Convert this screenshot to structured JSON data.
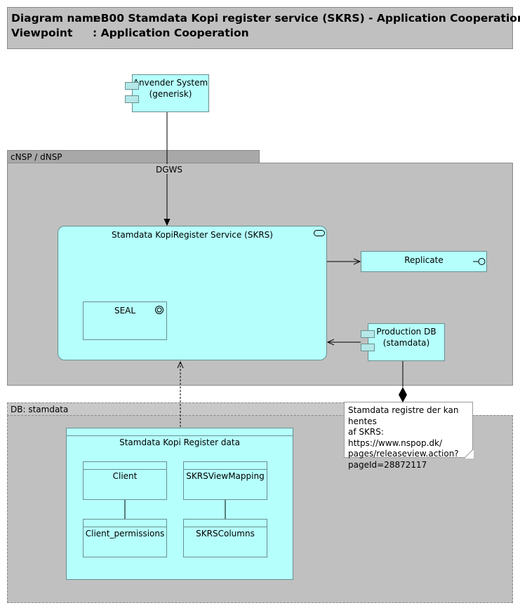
{
  "header": {
    "diagram_name_key": "Diagram name",
    "diagram_name_value": ": B00 Stamdata Kopi register service (SKRS) - Application Cooperation",
    "viewpoint_key": "Viewpoint",
    "viewpoint_value": ": Application Cooperation"
  },
  "anvender": {
    "line1": "Anvender System",
    "line2": "(generisk)"
  },
  "cnsp_group": {
    "label": "cNSP / dNSP"
  },
  "dgws_label": "DGWS",
  "skrs_service": {
    "label": "Stamdata KopiRegister Service (SKRS)"
  },
  "seal": {
    "label": "SEAL"
  },
  "replicate": {
    "label": "Replicate"
  },
  "production_db": {
    "line1": "Production DB",
    "line2": "(stamdata)"
  },
  "db_group": {
    "label": "DB: stamdata"
  },
  "note": {
    "line1": "Stamdata registre der kan hentes",
    "line2": "af SKRS: https://www.nspop.dk/",
    "line3": "pages/releaseview.action?",
    "line4": "pageId=28872117"
  },
  "data_object": {
    "label": "Stamdata Kopi Register data",
    "client": "Client",
    "client_permissions": "Client_permissions",
    "view_mapping": "SKRSViewMapping",
    "columns": "SKRSColumns"
  }
}
